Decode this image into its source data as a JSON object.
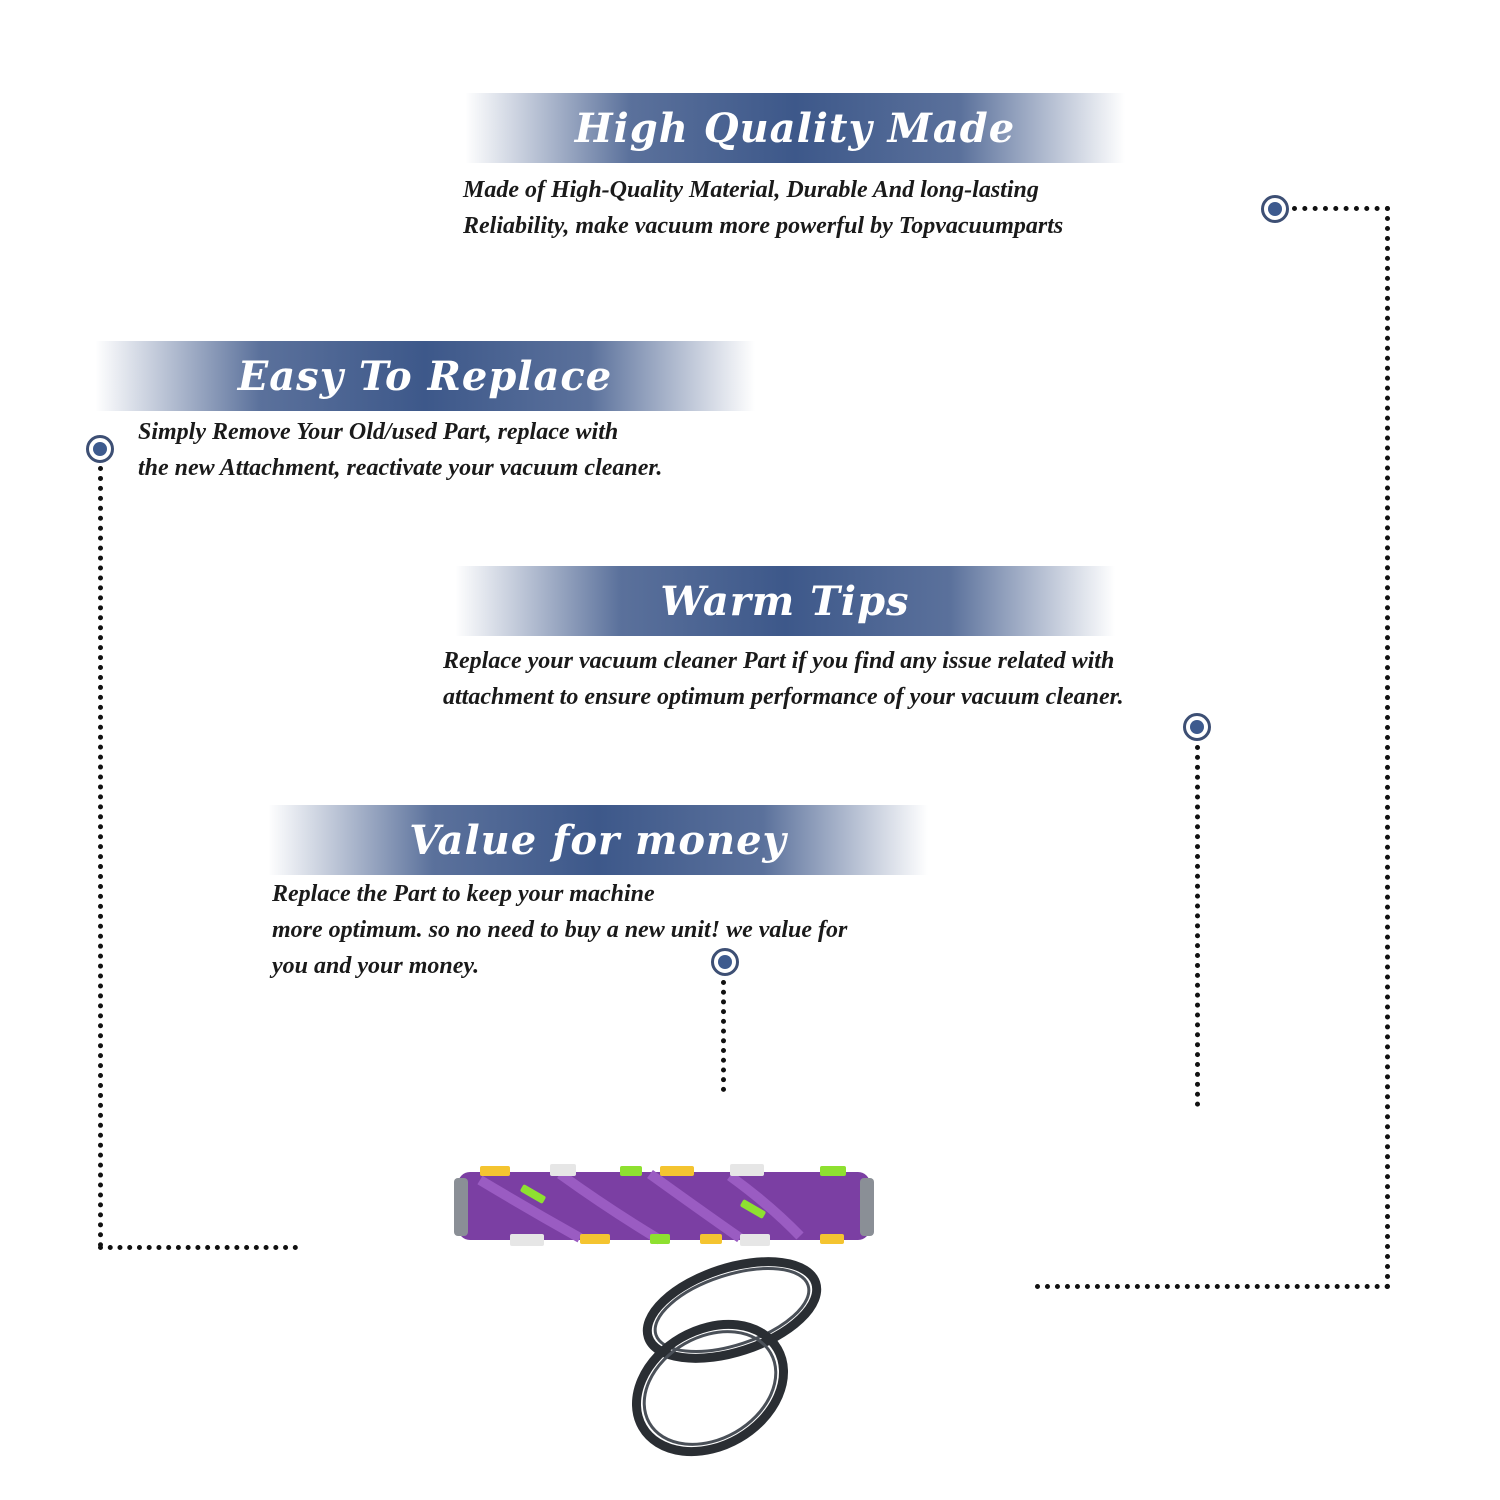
{
  "sections": [
    {
      "title": "High Quality Made",
      "lines": [
        "Made of  High-Quality Material, Durable And long-lasting",
        "Reliability, make vacuum more powerful by Topvacuumparts"
      ]
    },
    {
      "title": "Easy To Replace",
      "lines": [
        "Simply Remove Your Old/used Part, replace with",
        "the new Attachment, reactivate your vacuum cleaner."
      ]
    },
    {
      "title": "Warm Tips",
      "lines": [
        "Replace your vacuum cleaner Part if you find any issue related with",
        " attachment to ensure optimum performance of your vacuum cleaner."
      ]
    },
    {
      "title": "Value for money",
      "lines": [
        "Replace the Part to keep your machine",
        "more optimum. so no need to buy a new unit! we value for",
        "you and your money."
      ]
    }
  ],
  "colors": {
    "banner": "#3d588a",
    "marker": "#3d5a8e",
    "roller": "#7b3fa3",
    "belt": "#2a2e33"
  },
  "product": {
    "icons": [
      "brush-roll-icon",
      "belt-icon"
    ]
  }
}
